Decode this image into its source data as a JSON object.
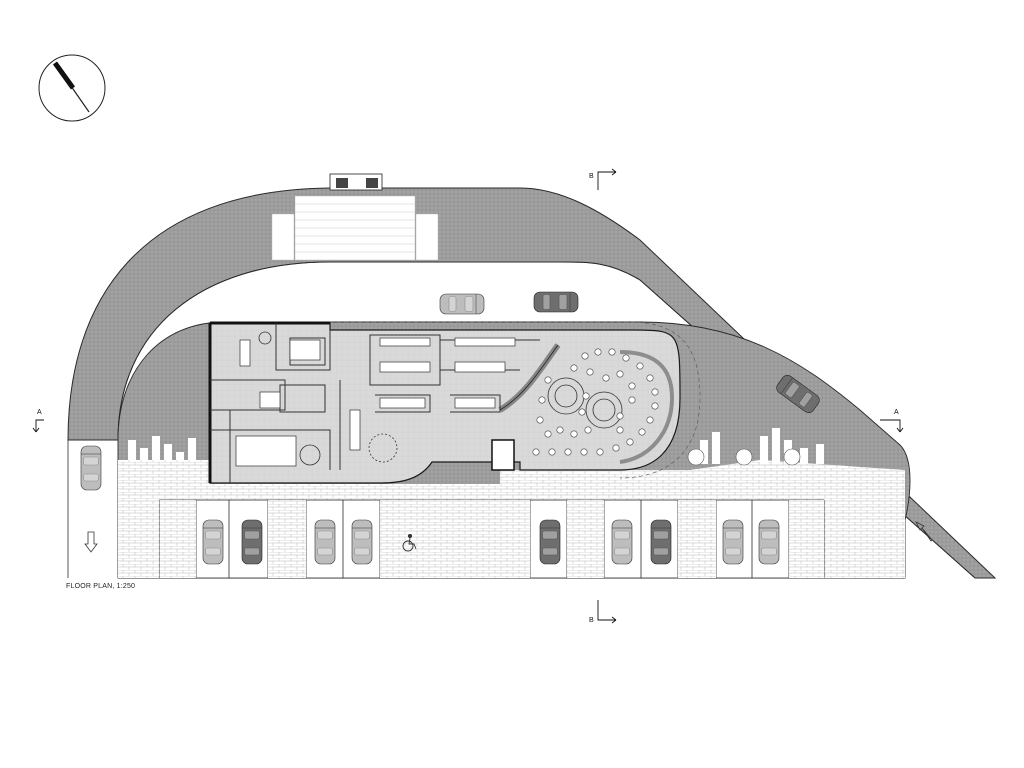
{
  "title": "FLOOR PLAN, 1:250",
  "section_marks": {
    "a_left": "A",
    "a_right": "A",
    "b_top": "B",
    "b_bottom": "B"
  },
  "icons": [
    "north-arrow-icon",
    "car-icon",
    "direction-arrow-icon",
    "accessible-parking-icon"
  ],
  "colors": {
    "line": "#2a2a2a",
    "paving_dark": "#9d9d9d",
    "interior": "#d6d6d6",
    "car_light": "#bdbdbd",
    "car_dark": "#6e6e6e"
  }
}
